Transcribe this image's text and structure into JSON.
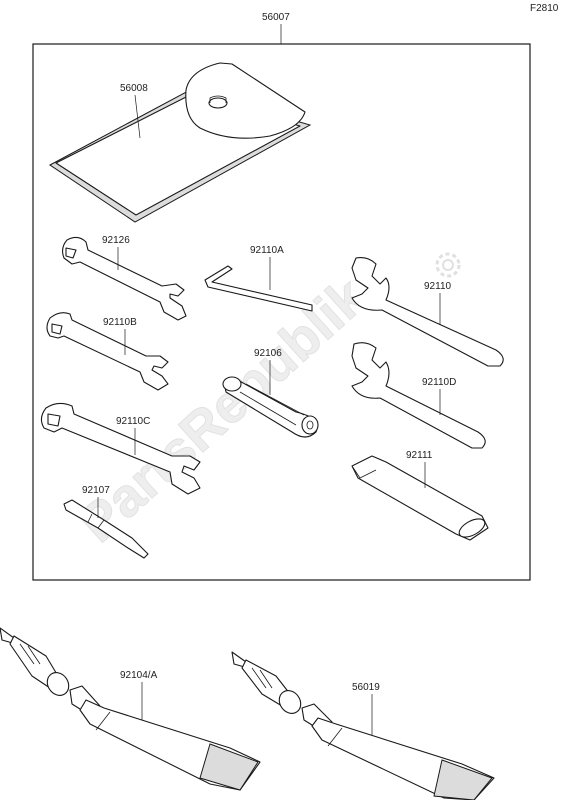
{
  "figure_code": "F2810",
  "watermark": "PartsRepublik",
  "kit_label": "56007",
  "parts": {
    "pouch": "56008",
    "wrench_a": "92126",
    "hex_key": "92110A",
    "spanner_main": "92110",
    "wrench_b": "92110B",
    "plug_tool": "92106",
    "spanner_d": "92110D",
    "wrench_c": "92110C",
    "handle": "92111",
    "screwdriver": "92107",
    "tube_left": "92104/A",
    "tube_right": "56019"
  }
}
